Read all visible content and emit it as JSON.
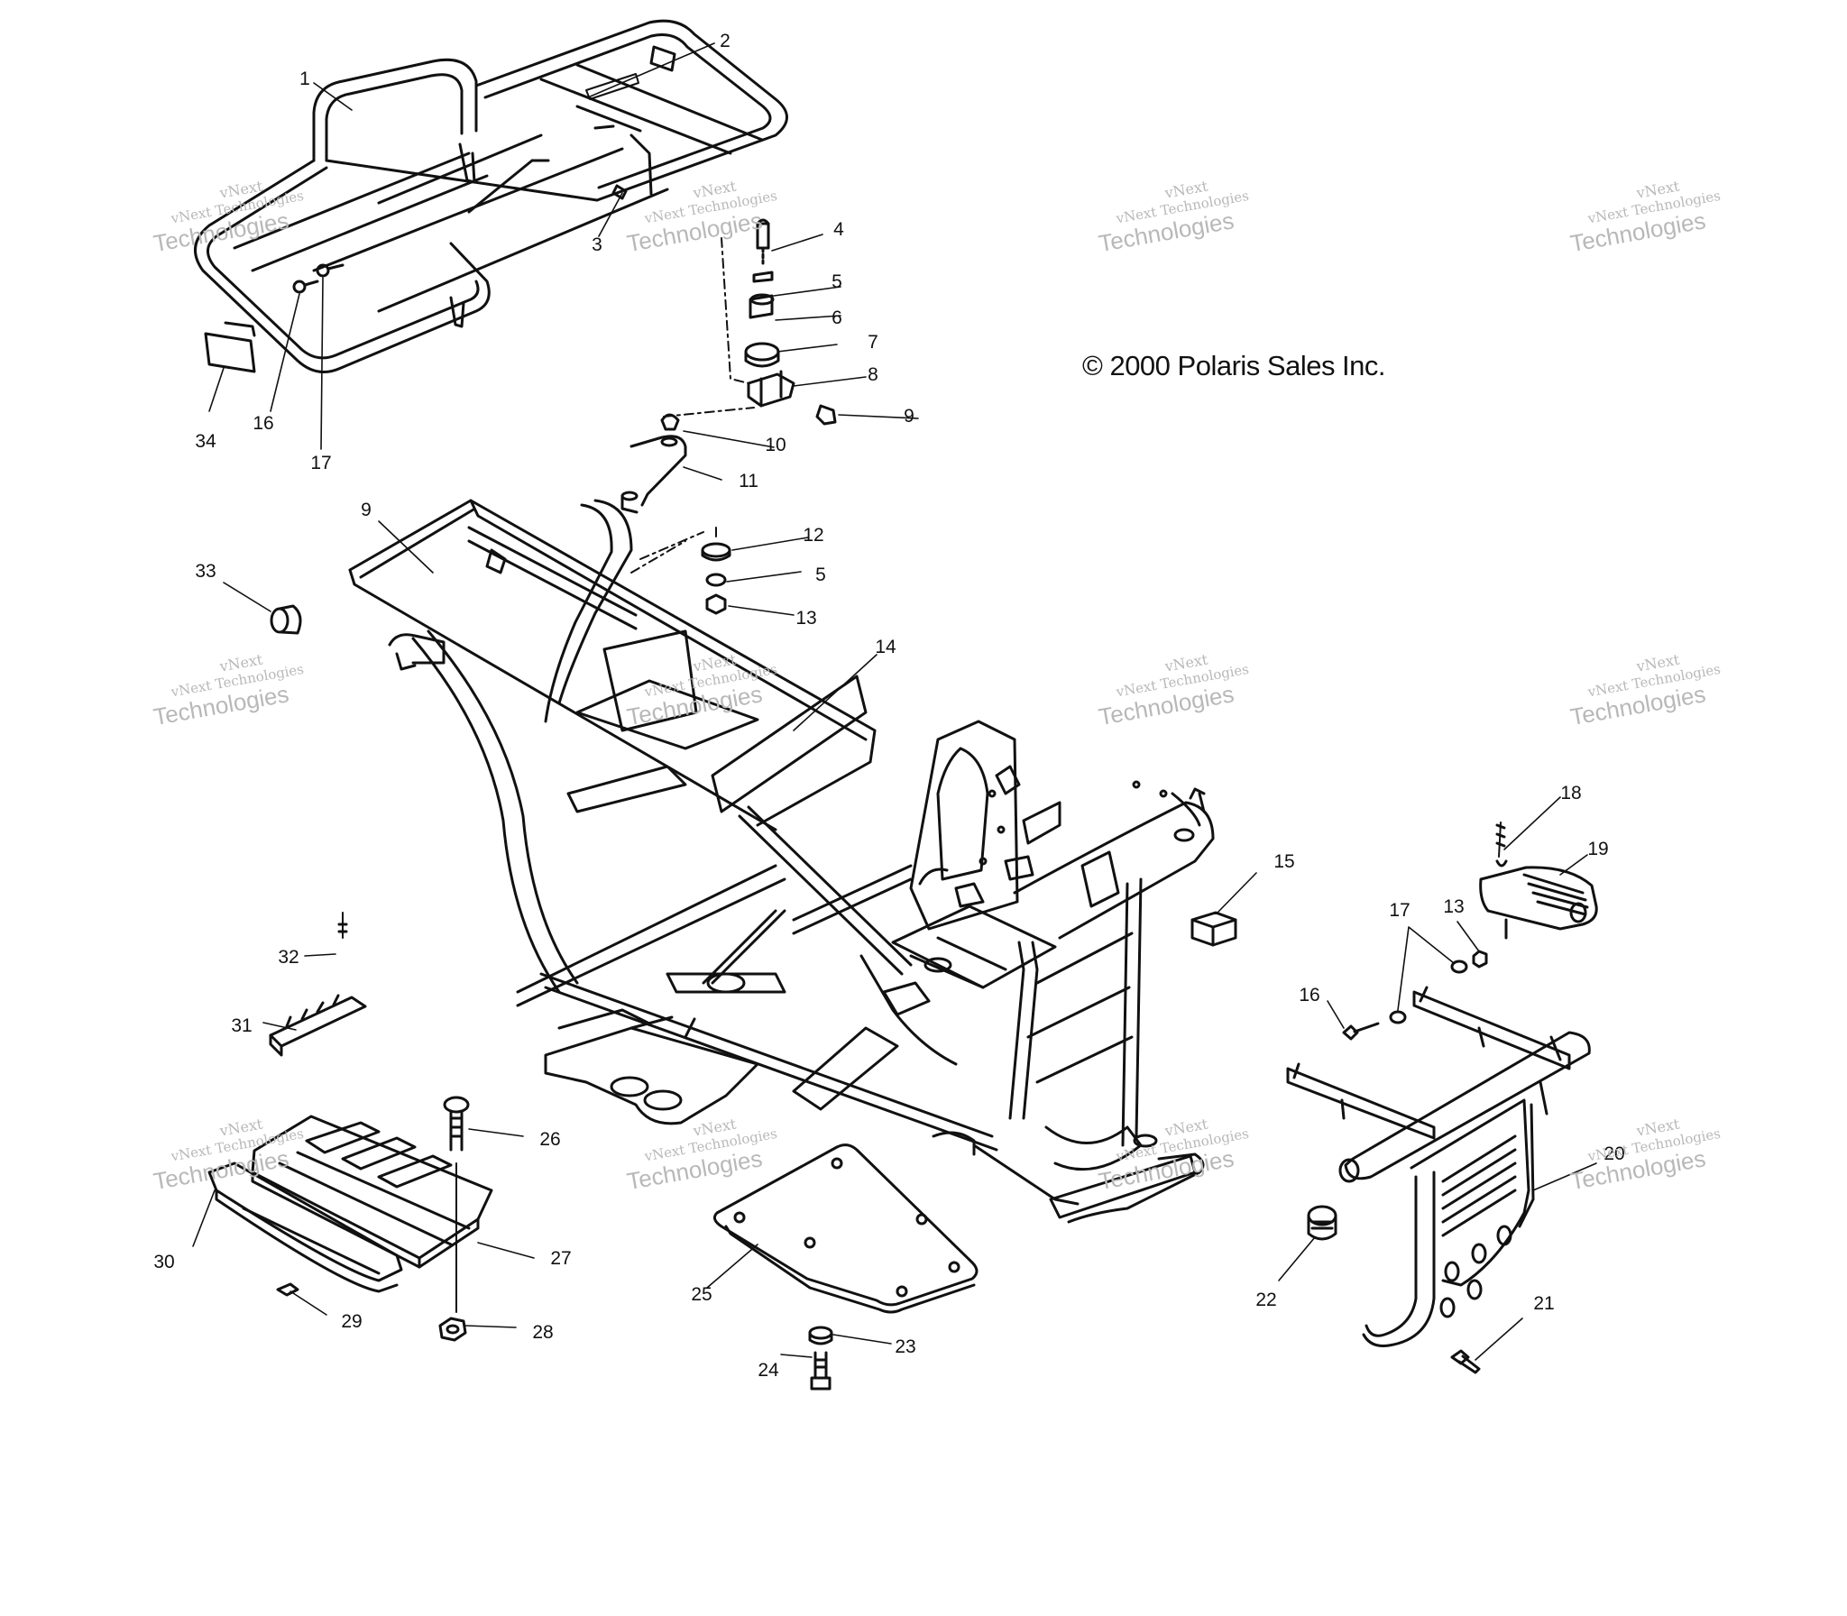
{
  "copyright": "© 2000 Polaris Sales Inc.",
  "watermark": {
    "line1": "vNext",
    "line2": "vNext Technologies",
    "line3": "Technologies"
  },
  "callouts": [
    {
      "id": "1",
      "label": "1"
    },
    {
      "id": "2",
      "label": "2"
    },
    {
      "id": "3",
      "label": "3"
    },
    {
      "id": "4",
      "label": "4"
    },
    {
      "id": "5a",
      "label": "5"
    },
    {
      "id": "6",
      "label": "6"
    },
    {
      "id": "7",
      "label": "7"
    },
    {
      "id": "8",
      "label": "8"
    },
    {
      "id": "9a",
      "label": "9"
    },
    {
      "id": "10",
      "label": "10"
    },
    {
      "id": "11",
      "label": "11"
    },
    {
      "id": "9b",
      "label": "9"
    },
    {
      "id": "12",
      "label": "12"
    },
    {
      "id": "5b",
      "label": "5"
    },
    {
      "id": "13a",
      "label": "13"
    },
    {
      "id": "33",
      "label": "33"
    },
    {
      "id": "14",
      "label": "14"
    },
    {
      "id": "34",
      "label": "34"
    },
    {
      "id": "16a",
      "label": "16"
    },
    {
      "id": "17a",
      "label": "17"
    },
    {
      "id": "15",
      "label": "15"
    },
    {
      "id": "18",
      "label": "18"
    },
    {
      "id": "19",
      "label": "19"
    },
    {
      "id": "17b",
      "label": "17"
    },
    {
      "id": "13b",
      "label": "13"
    },
    {
      "id": "16b",
      "label": "16"
    },
    {
      "id": "32",
      "label": "32"
    },
    {
      "id": "31",
      "label": "31"
    },
    {
      "id": "26",
      "label": "26"
    },
    {
      "id": "27",
      "label": "27"
    },
    {
      "id": "30",
      "label": "30"
    },
    {
      "id": "29",
      "label": "29"
    },
    {
      "id": "28",
      "label": "28"
    },
    {
      "id": "25",
      "label": "25"
    },
    {
      "id": "23",
      "label": "23"
    },
    {
      "id": "24",
      "label": "24"
    },
    {
      "id": "22",
      "label": "22"
    },
    {
      "id": "20",
      "label": "20"
    },
    {
      "id": "21",
      "label": "21"
    }
  ]
}
